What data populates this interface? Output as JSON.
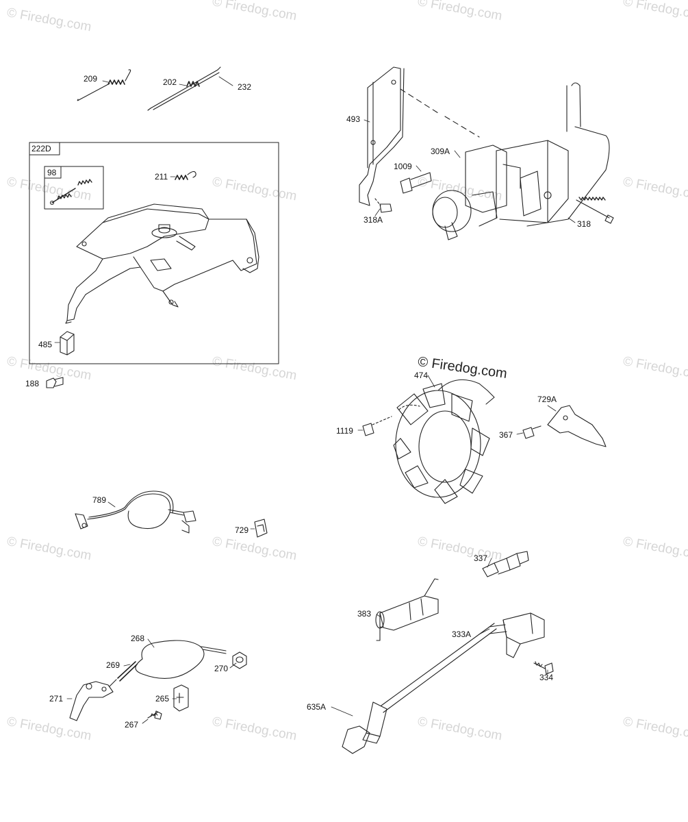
{
  "watermark": "© Firedog.com",
  "copyright": "© Firedog.com",
  "group_labels": {
    "g222D": "222D",
    "g98": "98"
  },
  "parts": {
    "p209": "209",
    "p202": "202",
    "p232": "232",
    "p211": "211",
    "p485": "485",
    "p188": "188",
    "p789": "789",
    "p729": "729",
    "p268": "268",
    "p269": "269",
    "p270": "270",
    "p271": "271",
    "p265": "265",
    "p267": "267",
    "p493": "493",
    "p309A": "309A",
    "p1009": "1009",
    "p318A": "318A",
    "p318": "318",
    "p474": "474",
    "p729A": "729A",
    "p1119": "1119",
    "p367": "367",
    "p337": "337",
    "p383": "383",
    "p333A": "333A",
    "p334": "334",
    "p635A": "635A"
  }
}
